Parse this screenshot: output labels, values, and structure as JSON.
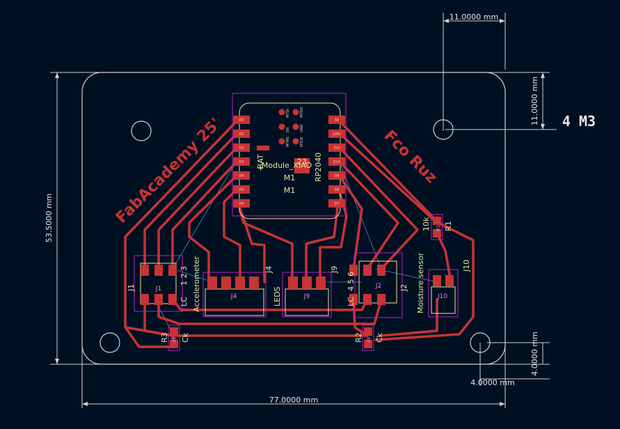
{
  "dimensions": {
    "top_width": "11.0000 mm",
    "right_height": "11.0000 mm",
    "left_height": "53.5000 mm",
    "bottom_width": "77.0000 mm",
    "corner_width": "4.0000 mm",
    "corner_height": "4.0000 mm"
  },
  "note_holes": "4 M3",
  "silkscreen": {
    "title_left": "FabAcademy 25'",
    "title_right": "Fco Ruz",
    "module_ref": "Module_XIAO",
    "module_value": "RP2040",
    "m1_a": "M1",
    "m1_b": "M1",
    "bat": "BAT",
    "plus": "+",
    "minus": "−",
    "pad23": "23"
  },
  "connectors": {
    "j1": "J1",
    "j1_body": "J1",
    "j1_pins": "1  2  3",
    "j1_lc": "LC",
    "accelerometer": "Accelerometer",
    "j4": "J4",
    "j4_body": "J4",
    "leds": "LEDS",
    "j9": "J9",
    "j9_body": "J9",
    "j2": "J2",
    "j2_body": "J2",
    "j2_pins": "4  5  6",
    "j2_lc": "LC",
    "moisture": "Moisture sensor",
    "j10": "J10",
    "j10_body": "J10",
    "r1": "R1",
    "r1_val": "10k",
    "r1_body": "R1",
    "r3": "R3",
    "r3_val": "4k",
    "r3_ck": "Ck",
    "r2": "R2",
    "r2_val": "4k",
    "r2_ck": "Ck"
  },
  "xiao_pins": {
    "left": [
      "D0",
      "D1",
      "D2",
      "D3",
      "D4",
      "D5",
      "D6"
    ],
    "right": [
      "5V",
      "GND",
      "3V3",
      "D10",
      "D9",
      "D8",
      "D7"
    ],
    "top_left": [
      "MTDI",
      "EN",
      "MTMS"
    ],
    "top_right": [
      "MTDO",
      "GND",
      "MTCK"
    ]
  },
  "colors": {
    "background": "#001023",
    "edge_cuts": "#d0d2cd",
    "copper": "#c83434",
    "courtyard": "#c21bc2",
    "silkscreen": "#e6e6a0",
    "ratsnest": "#4a8fb0"
  }
}
